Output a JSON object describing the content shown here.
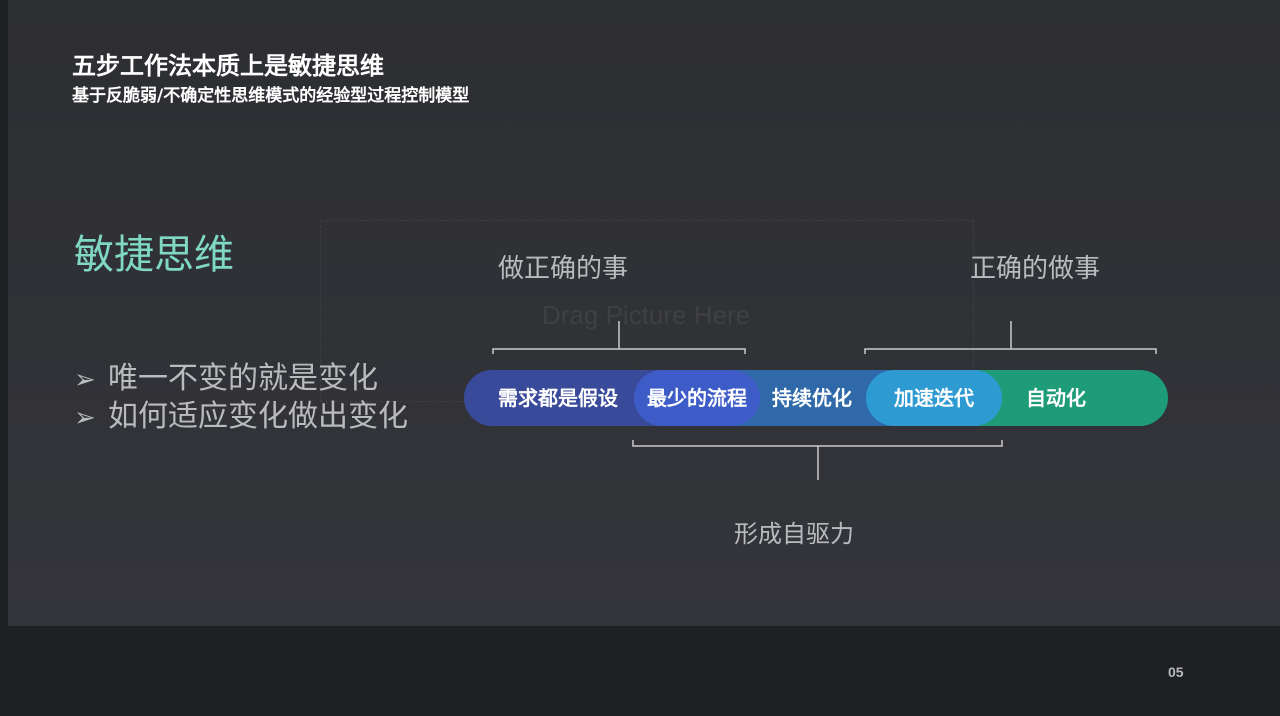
{
  "header": {
    "title": "五步工作法本质上是敏捷思维",
    "subtitle": "基于反脆弱/不确定性思维模式的经验型过程控制模型"
  },
  "section": {
    "heading": "敏捷思维",
    "bullets": [
      {
        "marker": "➢",
        "text": "唯一不变的就是变化"
      },
      {
        "marker": "➢",
        "text": "如何适应变化做出变化"
      }
    ]
  },
  "diagram": {
    "label_left": "做正确的事",
    "label_right": "正确的做事",
    "label_bottom": "形成自驱力",
    "placeholder": "Drag Picture Here",
    "steps": [
      "需求都是假设",
      "最少的流程",
      "持续优化",
      "加速迭代",
      "自动化"
    ],
    "colors": {
      "step1": "#3a4a9a",
      "step2": "#3d5cc8",
      "step3": "#2f69a9",
      "step4": "#2e9ad2",
      "step5": "#1e9c78",
      "heading": "#7fd8c2"
    }
  },
  "footer": {
    "page_number": "05"
  }
}
